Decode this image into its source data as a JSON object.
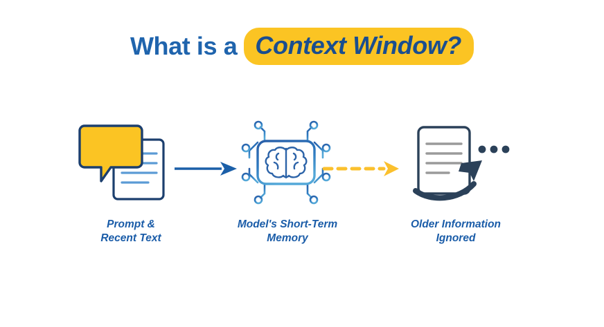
{
  "page": {
    "background_color": "#FFFFFF"
  },
  "title": {
    "lead": "What is a",
    "highlight": "Context Window?",
    "text_color": "#1F64AD",
    "highlight_bg": "#FBC423",
    "highlight_text_color": "#1A4E8F"
  },
  "diagram": {
    "caption_color": "#1A5CA8",
    "nodes": [
      {
        "id": "prompt",
        "icon": "speech-bubble-document-icon",
        "caption_line1": "Prompt &",
        "caption_line2": "Recent Text",
        "bubble_color": "#FBC423",
        "outline_color": "#1C3F6E",
        "line_color": "#5B9BD5"
      },
      {
        "id": "memory",
        "icon": "cpu-brain-chip-icon",
        "caption_line1": "Model's Short-Term",
        "caption_line2": "Memory",
        "chip_color_top": "#2E72B8",
        "chip_color_bottom": "#4A9BD1"
      },
      {
        "id": "older",
        "icon": "document-arrow-out-icon",
        "caption_line1": "Older Information",
        "caption_line2": "Ignored",
        "outline_color": "#2B4159",
        "line_color": "#9A9A9A",
        "dots_color": "#2B4159"
      }
    ],
    "connectors": [
      {
        "id": "prompt-to-memory",
        "style": "solid",
        "color": "#1B5FA8",
        "direction": "right"
      },
      {
        "id": "memory-to-older",
        "style": "dashed",
        "color": "#FBC02D",
        "direction": "right",
        "dash_count": 7
      }
    ]
  }
}
